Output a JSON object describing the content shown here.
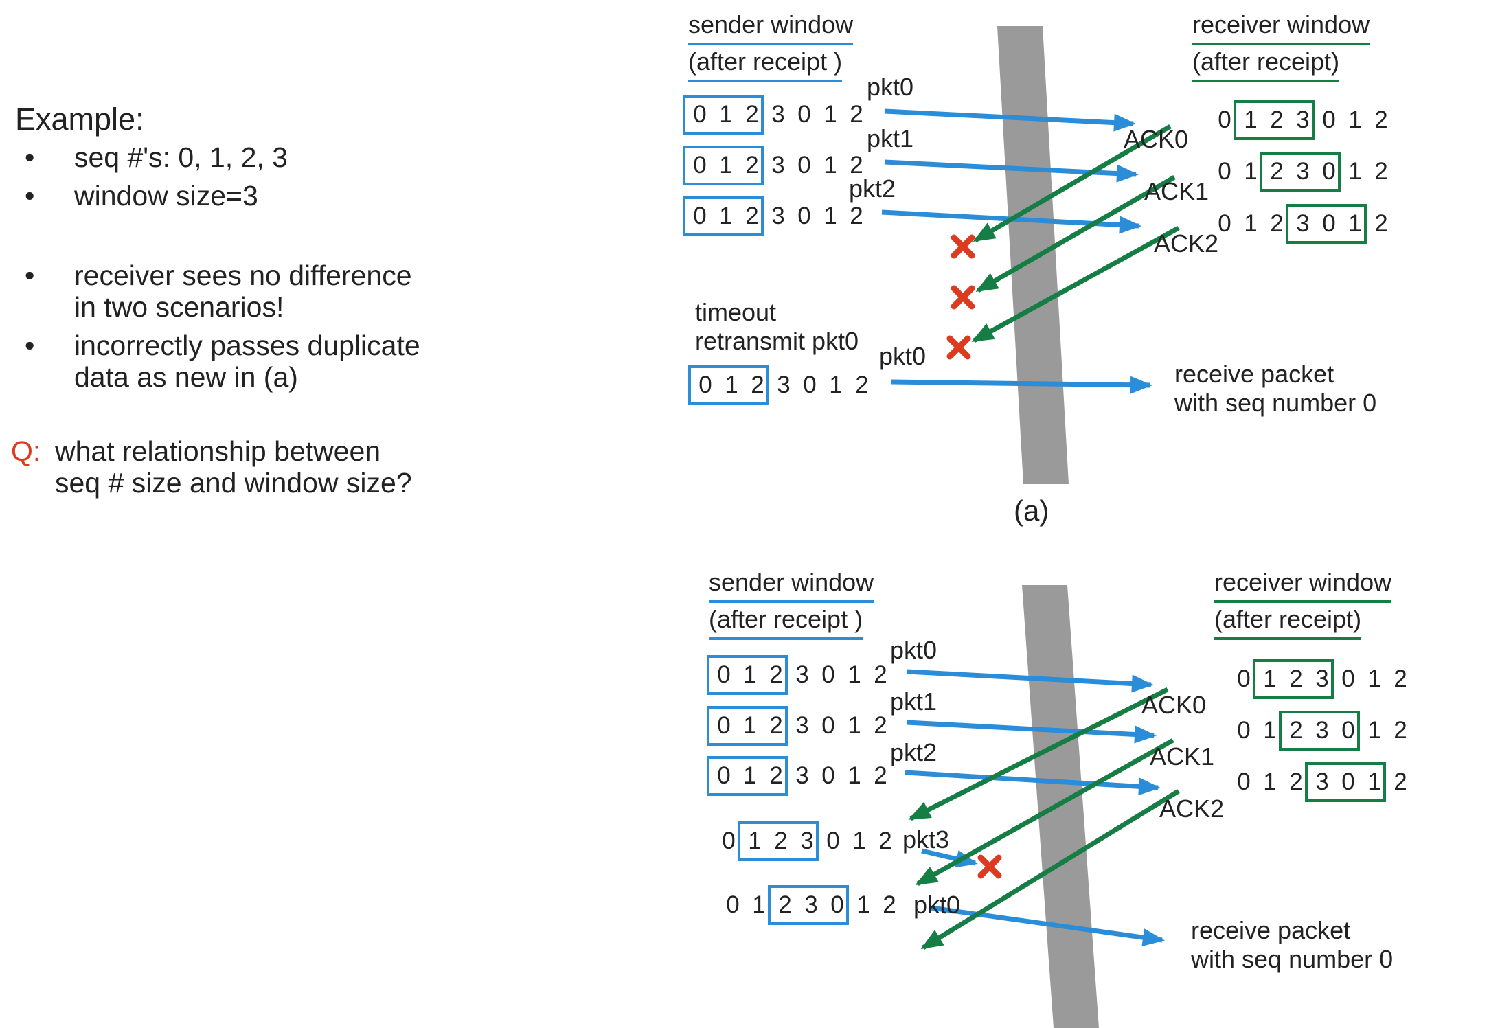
{
  "colors": {
    "sender_accent": "#2b8cd8",
    "receiver_accent": "#167e45",
    "loss_red": "#dc3b20",
    "wall_gray": "#9a9a9a",
    "text": "#222222"
  },
  "left_panel": {
    "heading": "Example:",
    "bullets": [
      {
        "lines": [
          "seq #'s: 0, 1, 2, 3"
        ]
      },
      {
        "lines": [
          "window size=3"
        ]
      },
      {
        "lines": [
          "receiver sees no difference",
          "in two scenarios!"
        ]
      },
      {
        "lines": [
          "incorrectly passes duplicate",
          "data as new in (a)"
        ]
      }
    ],
    "question": {
      "prefix": "Q:",
      "lines": [
        "what relationship between",
        "seq # size and window size?"
      ]
    }
  },
  "panel_a": {
    "caption": "(a)",
    "sender_header": [
      "sender window",
      "(after receipt )"
    ],
    "receiver_header": [
      "receiver window",
      "(after receipt)"
    ],
    "pkt_labels": [
      "pkt0",
      "pkt1",
      "pkt2"
    ],
    "ack_labels": [
      "ACK0",
      "ACK1",
      "ACK2"
    ],
    "timeout_lines": [
      "timeout",
      "retransmit pkt0"
    ],
    "retransmit_pkt_label": "pkt0",
    "receive_note_lines": [
      "receive packet",
      "with seq number 0"
    ],
    "sender_rows": [
      {
        "cells": [
          "0",
          "1",
          "2",
          "3",
          "0",
          "1",
          "2"
        ],
        "box_start": 0,
        "box_len": 3
      },
      {
        "cells": [
          "0",
          "1",
          "2",
          "3",
          "0",
          "1",
          "2"
        ],
        "box_start": 0,
        "box_len": 3
      },
      {
        "cells": [
          "0",
          "1",
          "2",
          "3",
          "0",
          "1",
          "2"
        ],
        "box_start": 0,
        "box_len": 3
      },
      {
        "cells": [
          "0",
          "1",
          "2",
          "3",
          "0",
          "1",
          "2"
        ],
        "box_start": 0,
        "box_len": 3
      }
    ],
    "receiver_rows": [
      {
        "cells": [
          "0",
          "1",
          "2",
          "3",
          "0",
          "1",
          "2"
        ],
        "box_start": 1,
        "box_len": 3
      },
      {
        "cells": [
          "0",
          "1",
          "2",
          "3",
          "0",
          "1",
          "2"
        ],
        "box_start": 2,
        "box_len": 3
      },
      {
        "cells": [
          "0",
          "1",
          "2",
          "3",
          "0",
          "1",
          "2"
        ],
        "box_start": 3,
        "box_len": 3
      }
    ]
  },
  "panel_b": {
    "sender_header": [
      "sender window",
      "(after receipt )"
    ],
    "receiver_header": [
      "receiver window",
      "(after receipt)"
    ],
    "pkt_labels": [
      "pkt0",
      "pkt1",
      "pkt2",
      "pkt3",
      "pkt0"
    ],
    "ack_labels": [
      "ACK0",
      "ACK1",
      "ACK2"
    ],
    "receive_note_lines": [
      "receive packet",
      "with seq number 0"
    ],
    "sender_rows": [
      {
        "cells": [
          "0",
          "1",
          "2",
          "3",
          "0",
          "1",
          "2"
        ],
        "box_start": 0,
        "box_len": 3
      },
      {
        "cells": [
          "0",
          "1",
          "2",
          "3",
          "0",
          "1",
          "2"
        ],
        "box_start": 0,
        "box_len": 3
      },
      {
        "cells": [
          "0",
          "1",
          "2",
          "3",
          "0",
          "1",
          "2"
        ],
        "box_start": 0,
        "box_len": 3
      },
      {
        "cells": [
          "0",
          "1",
          "2",
          "3",
          "0",
          "1",
          "2"
        ],
        "box_start": 1,
        "box_len": 3
      },
      {
        "cells": [
          "0",
          "1",
          "2",
          "3",
          "0",
          "1",
          "2"
        ],
        "box_start": 2,
        "box_len": 3
      }
    ],
    "receiver_rows": [
      {
        "cells": [
          "0",
          "1",
          "2",
          "3",
          "0",
          "1",
          "2"
        ],
        "box_start": 1,
        "box_len": 3
      },
      {
        "cells": [
          "0",
          "1",
          "2",
          "3",
          "0",
          "1",
          "2"
        ],
        "box_start": 2,
        "box_len": 3
      },
      {
        "cells": [
          "0",
          "1",
          "2",
          "3",
          "0",
          "1",
          "2"
        ],
        "box_start": 3,
        "box_len": 3
      }
    ]
  }
}
